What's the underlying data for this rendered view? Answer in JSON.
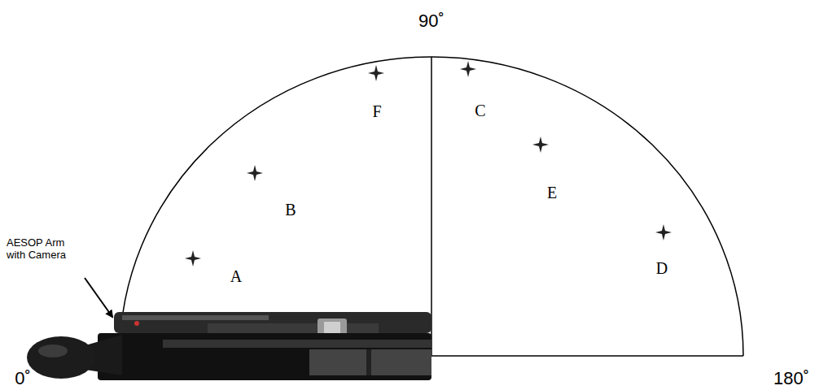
{
  "diagram": {
    "labels": [
      "90˚",
      "F",
      "C",
      "B",
      "E",
      "AESOP Arm with Camera",
      "A",
      "D",
      "0˚",
      "180˚"
    ]
  }
}
